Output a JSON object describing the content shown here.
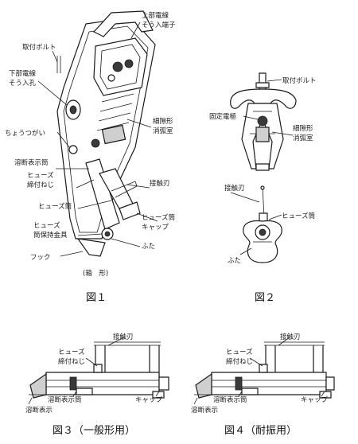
{
  "fig1": {
    "label_top_wire": [
      "上部電線",
      "そう入端子"
    ],
    "label_mount_bolt": "取付ボルト",
    "label_bottom_wire": [
      "下部電線",
      "そう入孔"
    ],
    "label_hinge": "ちょうつがい",
    "label_arc_chamber": [
      "細隙形",
      "消弧室"
    ],
    "label_blown_indicator": "溶断表示筒",
    "label_fuse_screw": [
      "ヒューズ",
      "締付ねじ"
    ],
    "label_contact_blade": "接触刃",
    "label_fuse_tube": "ヒューズ筒",
    "label_fuse_cap": [
      "ヒューズ筒",
      "キャップ"
    ],
    "label_fuse_holder": [
      "ヒューズ",
      "筒保持金具"
    ],
    "label_lid": "ふた",
    "label_hook": "フック",
    "label_box_type": "(箱　形)",
    "caption": "図１"
  },
  "fig2": {
    "label_mount_bolt": "取付ボルト",
    "label_fixed_electrode": "固定電極",
    "label_arc_chamber": [
      "細隙形",
      "消弧室"
    ],
    "label_contact_blade": "接触刃",
    "label_fuse_tube": "ヒューズ筒",
    "label_lid": "ふた",
    "caption": "図２"
  },
  "fig3": {
    "label_contact_blade": "接触刃",
    "label_fuse_screw": [
      "ヒューズ",
      "締付ねじ"
    ],
    "label_blown_indicator_tube": "溶断表示筒",
    "label_blown_indicator": "溶断表示",
    "label_cap": "キャップ",
    "caption": "図３（一般形用）"
  },
  "fig4": {
    "label_contact_blade": "接触刃",
    "label_fuse_screw": [
      "ヒューズ",
      "締付ねじ"
    ],
    "label_blown_indicator_tube": "溶断表示筒",
    "label_blown_indicator": "溶断表示",
    "label_cap": "キャップ",
    "caption": "図４（耐振用）"
  }
}
